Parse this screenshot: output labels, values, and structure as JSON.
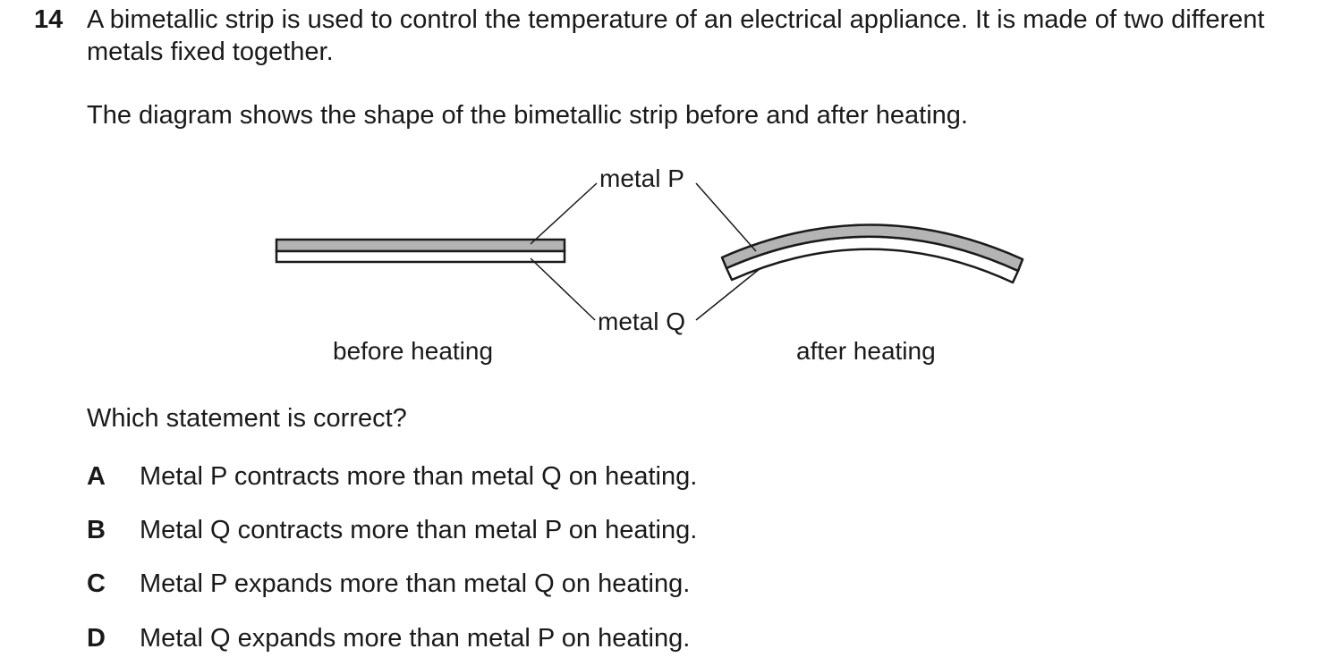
{
  "question": {
    "number": "14",
    "stem": "A bimetallic strip is used to control the temperature of an electrical appliance. It is made of two different metals fixed together.",
    "intro": "The diagram shows the shape of the bimetallic strip before and after heating.",
    "prompt": "Which statement is correct?"
  },
  "diagram": {
    "label_metal_p": "metal P",
    "label_metal_q": "metal Q",
    "caption_before": "before heating",
    "caption_after": "after heating",
    "colors": {
      "metal_p_fill": "#b4b4b4",
      "metal_q_fill": "#ffffff",
      "outline": "#1a1a1a"
    }
  },
  "options": [
    {
      "letter": "A",
      "text": "Metal P contracts more than metal Q on heating."
    },
    {
      "letter": "B",
      "text": "Metal Q contracts more than metal P on heating."
    },
    {
      "letter": "C",
      "text": "Metal P expands more than metal Q on heating."
    },
    {
      "letter": "D",
      "text": "Metal Q expands more than metal P on heating."
    }
  ]
}
